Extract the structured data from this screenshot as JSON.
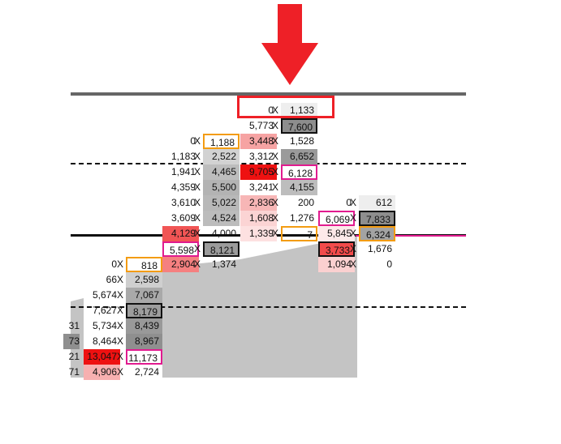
{
  "colors": {
    "arrow": "#ee2027",
    "top_bar": "#666666",
    "area": "#c4c4c4",
    "highlight_red": "#ee2027",
    "highlight_pink": "#e11b8f",
    "highlight_orange": "#f39c12",
    "highlight_black": "#111111"
  },
  "icons": {
    "top_arrow": "arrow-down-icon"
  },
  "grid": {
    "columns": [
      {
        "name": "col-1",
        "rows": [
          {
            "bid": "0",
            "ask": "818",
            "bid_bg": "",
            "ask_bg": "",
            "ask_border": "orange"
          },
          {
            "bid": "66",
            "ask": "2,598",
            "bid_bg": "",
            "ask_bg": "#cfcfcf",
            "ask_border": ""
          },
          {
            "bid": "5,674",
            "ask": "7,067",
            "bid_bg": "",
            "ask_bg": "#a9a9a9",
            "ask_border": ""
          },
          {
            "bid": "7,627",
            "ask": "8,179",
            "bid_bg": "",
            "ask_bg": "#9d9d9d",
            "ask_border": "black"
          },
          {
            "bid": "5,734",
            "ask": "8,439",
            "bid_bg": "",
            "ask_bg": "#999999",
            "ask_border": ""
          },
          {
            "bid": "8,464",
            "ask": "8,967",
            "bid_bg": "",
            "ask_bg": "#8f8f8f",
            "ask_border": ""
          },
          {
            "bid": "13,047",
            "ask": "11,173",
            "bid_bg": "#ee1111",
            "ask_bg": "",
            "ask_border": "pink"
          },
          {
            "bid": "4,906",
            "ask": "2,724",
            "bid_bg": "#f7b0b0",
            "ask_bg": "",
            "ask_border": ""
          }
        ]
      },
      {
        "name": "col-2",
        "rows": [
          {
            "bid": "0",
            "ask": "1,188",
            "bid_bg": "",
            "ask_bg": "",
            "ask_border": "orange"
          },
          {
            "bid": "1,183",
            "ask": "2,522",
            "bid_bg": "",
            "ask_bg": "#d2d2d2",
            "ask_border": ""
          },
          {
            "bid": "1,941",
            "ask": "4,465",
            "bid_bg": "",
            "ask_bg": "#bdbdbd",
            "ask_border": ""
          },
          {
            "bid": "4,359",
            "ask": "5,500",
            "bid_bg": "",
            "ask_bg": "#b3b3b3",
            "ask_border": ""
          },
          {
            "bid": "3,610",
            "ask": "5,022",
            "bid_bg": "",
            "ask_bg": "#b8b8b8",
            "ask_border": ""
          },
          {
            "bid": "3,609",
            "ask": "4,524",
            "bid_bg": "",
            "ask_bg": "#bcbcbc",
            "ask_border": ""
          },
          {
            "bid": "4,129",
            "ask": "4,000",
            "bid_bg": "#f15555",
            "ask_bg": "",
            "ask_border": ""
          },
          {
            "bid": "5,598",
            "ask": "8,121",
            "bid_bg": "",
            "ask_bg": "#9b9b9b",
            "ask_border": "black",
            "bid_border": "pink"
          },
          {
            "bid": "2,904",
            "ask": "1,374",
            "bid_bg": "#f58080",
            "ask_bg": "",
            "ask_border": ""
          }
        ]
      },
      {
        "name": "col-3",
        "rows": [
          {
            "bid": "0",
            "ask": "1,133",
            "bid_bg": "",
            "ask_bg": "#eeeeee",
            "ask_border": ""
          },
          {
            "bid": "5,773",
            "ask": "7,600",
            "bid_bg": "",
            "ask_bg": "#8d8d8d",
            "ask_border": "black"
          },
          {
            "bid": "3,448",
            "ask": "1,528",
            "bid_bg": "#f6a3a3",
            "ask_bg": "",
            "ask_border": ""
          },
          {
            "bid": "3,312",
            "ask": "6,652",
            "bid_bg": "",
            "ask_bg": "#9a9a9a",
            "ask_border": ""
          },
          {
            "bid": "9,705",
            "ask": "6,128",
            "bid_bg": "#ee1111",
            "ask_bg": "",
            "ask_border": "pink"
          },
          {
            "bid": "3,241",
            "ask": "4,155",
            "bid_bg": "",
            "ask_bg": "#bdbdbd",
            "ask_border": ""
          },
          {
            "bid": "2,836",
            "ask": "200",
            "bid_bg": "#f7b6b6",
            "ask_bg": "",
            "ask_border": ""
          },
          {
            "bid": "1,608",
            "ask": "1,276",
            "bid_bg": "#fbd4d4",
            "ask_bg": "",
            "ask_border": ""
          },
          {
            "bid": "1,339",
            "ask": "7",
            "bid_bg": "#fde1e1",
            "ask_bg": "",
            "ask_border": "orange"
          }
        ]
      },
      {
        "name": "col-4",
        "rows": [
          {
            "bid": "0",
            "ask": "612",
            "bid_bg": "",
            "ask_bg": "#eeeeee",
            "ask_border": ""
          },
          {
            "bid": "6,069",
            "ask": "7,833",
            "bid_bg": "",
            "ask_bg": "#8e8e8e",
            "ask_border": "black",
            "bid_border": "pink"
          },
          {
            "bid": "5,845",
            "ask": "6,324",
            "bid_bg": "#fde9e9",
            "ask_bg": "#a3a3a3",
            "ask_border": "orange"
          },
          {
            "bid": "3,733",
            "ask": "1,676",
            "bid_bg": "#f24b4b",
            "ask_bg": "",
            "ask_border": "",
            "bid_border": "black"
          },
          {
            "bid": "1,094",
            "ask": "0",
            "bid_bg": "#fbd0d0",
            "ask_bg": "",
            "ask_border": ""
          }
        ]
      }
    ],
    "partial_left": [
      {
        "text": "31"
      },
      {
        "text": "73"
      },
      {
        "text": "21"
      },
      {
        "text": "71"
      }
    ],
    "separator": "X"
  },
  "highlights": {
    "current_bar_label": ""
  }
}
